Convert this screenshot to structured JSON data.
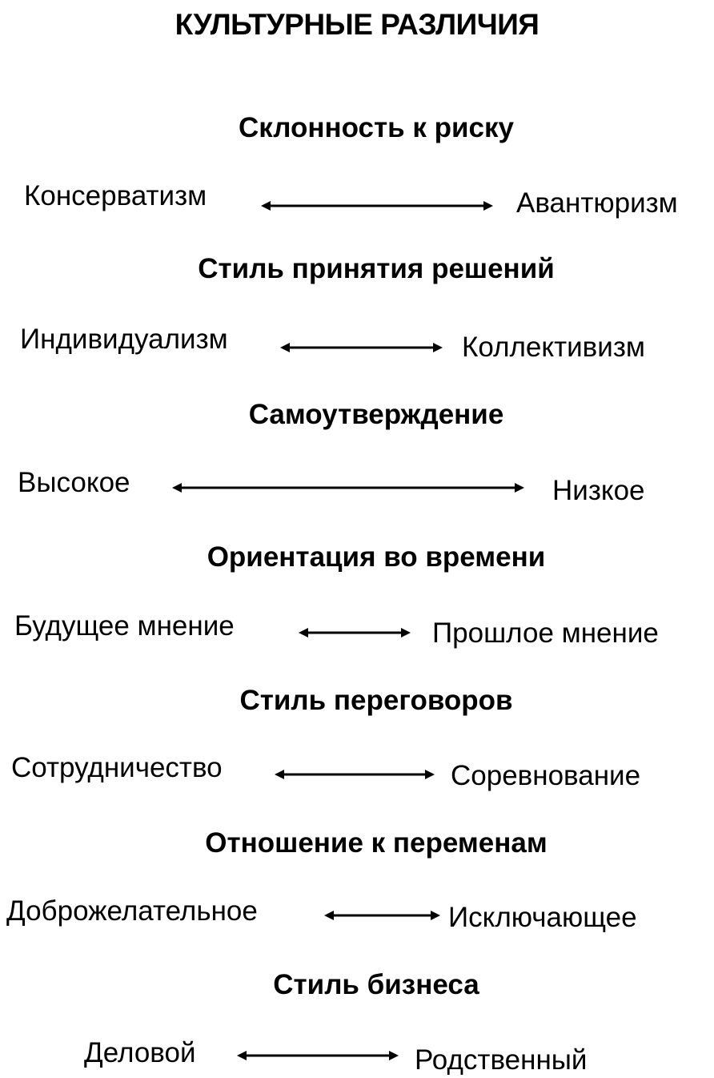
{
  "title": "КУЛЬТУРНЫЕ РАЗЛИЧИЯ",
  "dimensions": [
    {
      "heading": "Склонность к риску",
      "left": "Консерватизм",
      "right": "Авантюризм"
    },
    {
      "heading": "Стиль принятия решений",
      "left": "Индивидуализм",
      "right": "Коллективизм"
    },
    {
      "heading": "Самоутверждение",
      "left": "Высокое",
      "right": "Низкое"
    },
    {
      "heading": "Ориентация во времени",
      "left": "Будущее мнение",
      "right": "Прошлое мнение"
    },
    {
      "heading": "Стиль переговоров",
      "left": "Сотрудничество",
      "right": "Соревнование"
    },
    {
      "heading": "Отношение к переменам",
      "left": "Доброжелательное",
      "right": "Исключающее"
    },
    {
      "heading": "Стиль бизнеса",
      "left": "Деловой",
      "right": "Родственный"
    }
  ]
}
